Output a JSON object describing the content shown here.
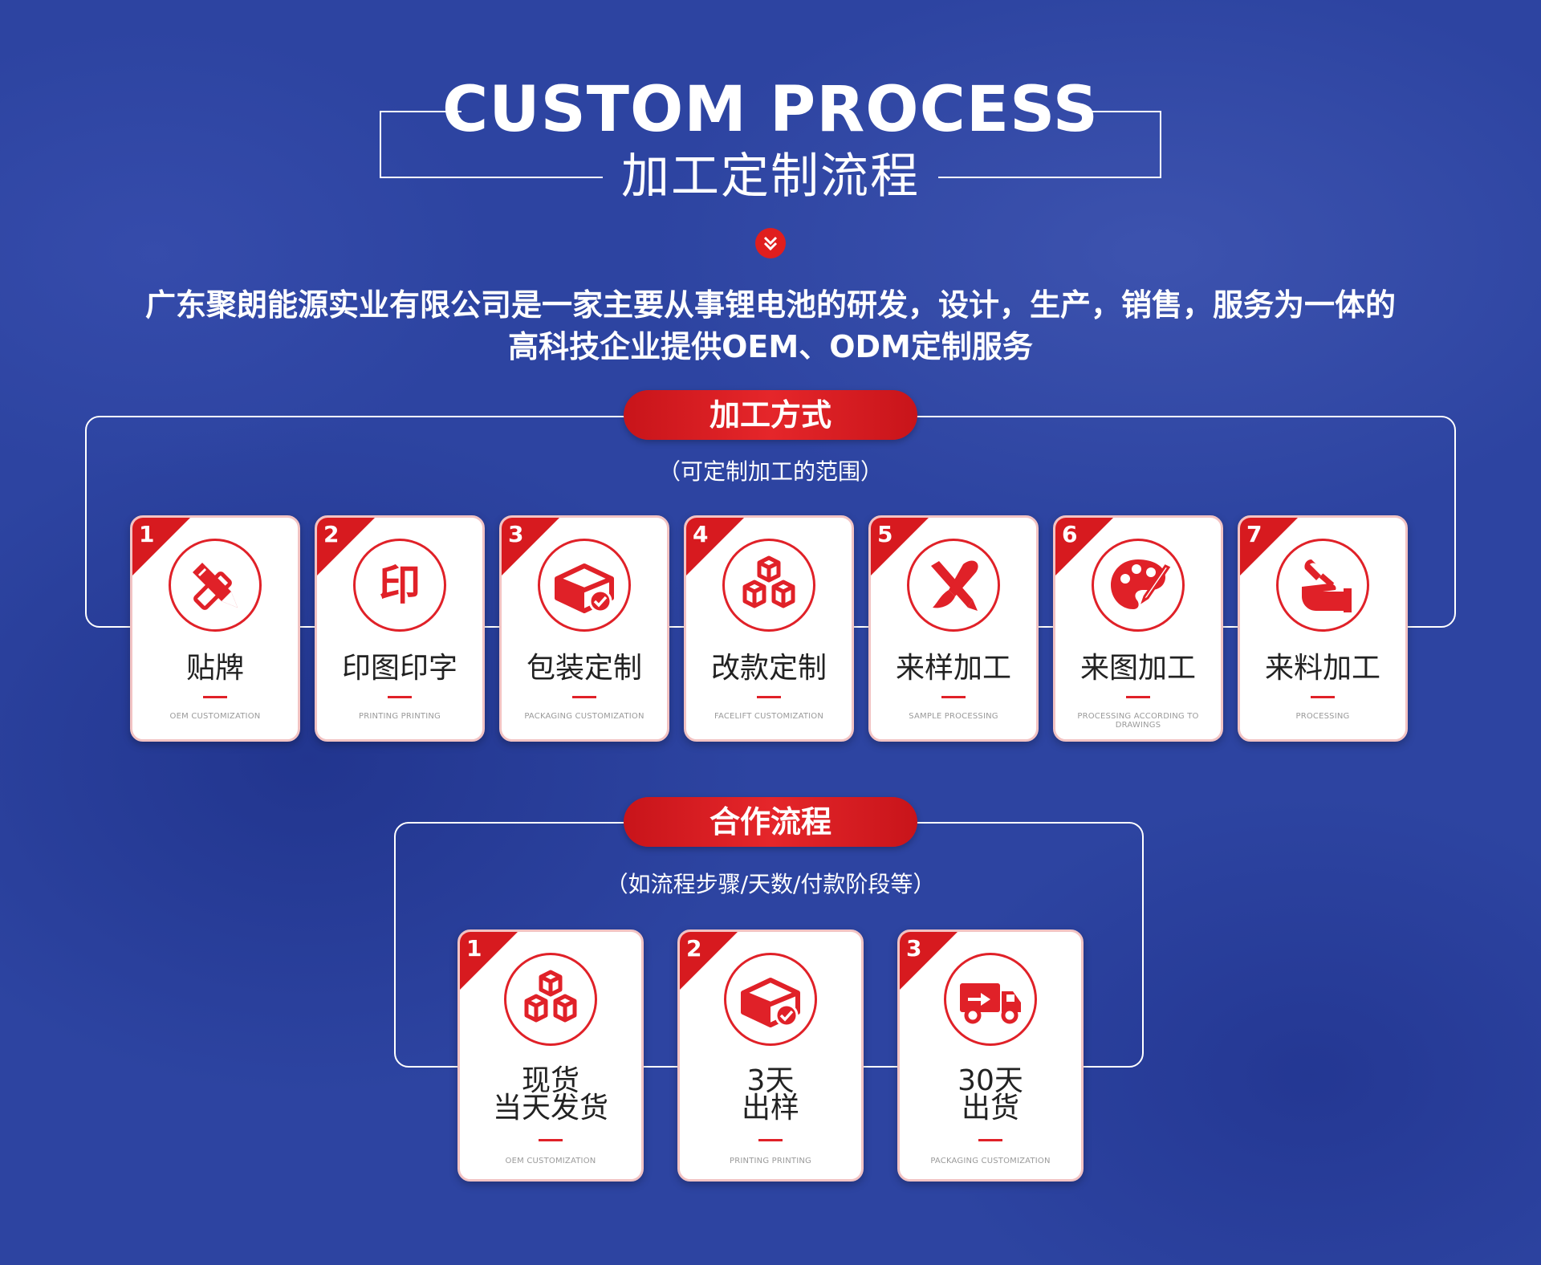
{
  "header": {
    "title_en": "CUSTOM PROCESS",
    "title_cn": "加工定制流程"
  },
  "intro": {
    "line1": "广东聚朗能源实业有限公司是一家主要从事锂电池的研发，设计，生产，销售，服务为一体的",
    "line2": "高科技企业提供OEM、ODM定制服务"
  },
  "section_methods": {
    "title": "加工方式",
    "scope": "（可定制加工的范围）",
    "cards": [
      {
        "num": "1",
        "label": "贴牌",
        "en": "OEM CUSTOMIZATION",
        "icon": "pencil-ruler-icon"
      },
      {
        "num": "2",
        "label": "印图印字",
        "en": "PRINTING PRINTING",
        "icon": "print-stamp-icon"
      },
      {
        "num": "3",
        "label": "包装定制",
        "en": "PACKAGING CUSTOMIZATION",
        "icon": "package-check-icon"
      },
      {
        "num": "4",
        "label": "改款定制",
        "en": "FACELIFT CUSTOMIZATION",
        "icon": "boxes-stack-icon"
      },
      {
        "num": "5",
        "label": "来样加工",
        "en": "SAMPLE PROCESSING",
        "icon": "brush-pencil-icon"
      },
      {
        "num": "6",
        "label": "来图加工",
        "en": "PROCESSING ACCORDING TO DRAWINGS",
        "icon": "palette-icon"
      },
      {
        "num": "7",
        "label": "来料加工",
        "en": "PROCESSING",
        "icon": "hand-wrench-icon"
      }
    ]
  },
  "section_flow": {
    "title": "合作流程",
    "scope": "（如流程步骤/天数/付款阶段等）",
    "cards": [
      {
        "num": "1",
        "line1": "现货",
        "line2": "当天发货",
        "en": "OEM CUSTOMIZATION",
        "icon": "boxes-stack-icon"
      },
      {
        "num": "2",
        "line1": "3天",
        "line2": "出样",
        "en": "PRINTING PRINTING",
        "icon": "package-check-icon"
      },
      {
        "num": "3",
        "line1": "30天",
        "line2": "出货",
        "en": "PACKAGING CUSTOMIZATION",
        "icon": "delivery-truck-icon"
      }
    ]
  },
  "colors": {
    "background": "#2d44a1",
    "accent_red": "#e02128"
  }
}
